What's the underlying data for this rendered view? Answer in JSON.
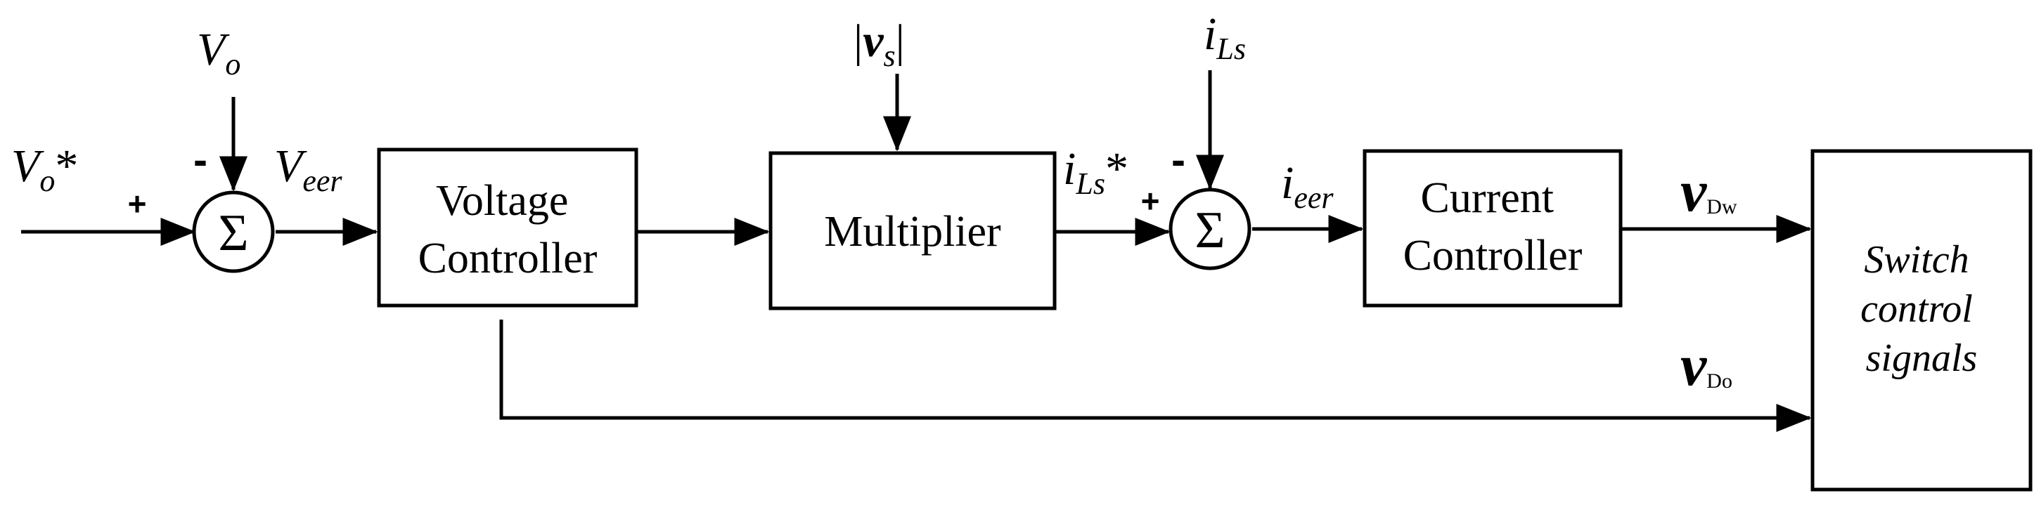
{
  "signals": {
    "vo_ref": "V",
    "vo_ref_sub": "o",
    "vo_ref_star": "*",
    "vo": "V",
    "vo_sub": "o",
    "veer": "V",
    "veer_sub": "eer",
    "vs_open": "|",
    "vs": "v",
    "vs_sub": "s",
    "vs_close": "|",
    "ils_ref": "i",
    "ils_ref_sub": "Ls",
    "ils_ref_star": "*",
    "ils": "i",
    "ils_sub": "Ls",
    "ieer": "i",
    "ieer_sub": "eer",
    "vdw": "v",
    "vdw_sub": "Dw",
    "vdo": "v",
    "vdo_sub": "Do"
  },
  "signs": {
    "sum1_plus": "+",
    "sum1_minus": "-",
    "sum2_plus": "+",
    "sum2_minus": "-"
  },
  "blocks": {
    "voltage_controller": [
      "Voltage",
      "Controller"
    ],
    "multiplier": "Multiplier",
    "current_controller": [
      "Current",
      "Controller"
    ],
    "switch_signals": [
      "Switch",
      "control",
      "signals"
    ]
  },
  "symbols": {
    "sum_symbol": "Σ"
  }
}
